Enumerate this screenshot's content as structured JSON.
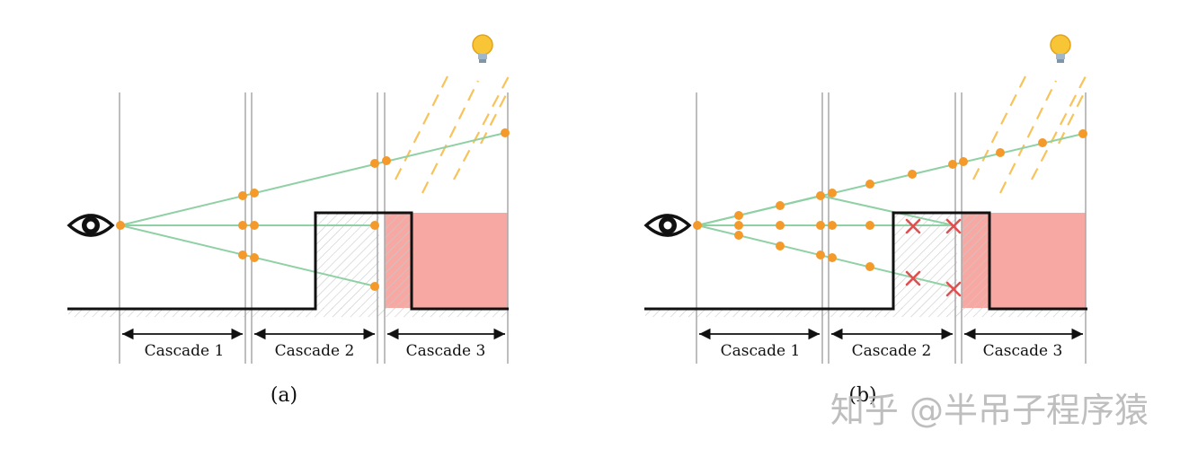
{
  "panels": [
    {
      "id": "a",
      "caption": "(a)",
      "cascades": [
        "Cascade 1",
        "Cascade 2",
        "Cascade 3"
      ],
      "blocked_marks": false
    },
    {
      "id": "b",
      "caption": "(b)",
      "cascades": [
        "Cascade 1",
        "Cascade 2",
        "Cascade 3"
      ],
      "blocked_marks": true
    }
  ],
  "watermark": "知乎 @半吊子程序猿",
  "colors": {
    "ray": "#8fd0a4",
    "sample": "#f39a2a",
    "light_streak": "#f7c35a",
    "shadow_region": "#f7a8a3",
    "occluder": "#111111",
    "divider": "#a8a8a8",
    "blocked_mark": "#e05050"
  },
  "icons": [
    "eye-icon",
    "light-bulb-icon",
    "blocked-x-icon"
  ]
}
